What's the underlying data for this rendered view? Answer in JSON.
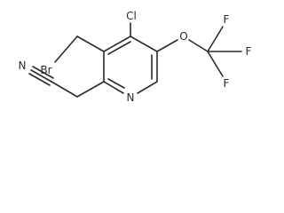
{
  "structure": {
    "atoms": {
      "chlorine": "Cl",
      "bromine": "Br",
      "oxygen": "O",
      "nitrogen_ring": "N",
      "nitrogen_nitrile": "N",
      "fluorine_top": "F",
      "fluorine_right": "F",
      "fluorine_bottom": "F"
    }
  }
}
